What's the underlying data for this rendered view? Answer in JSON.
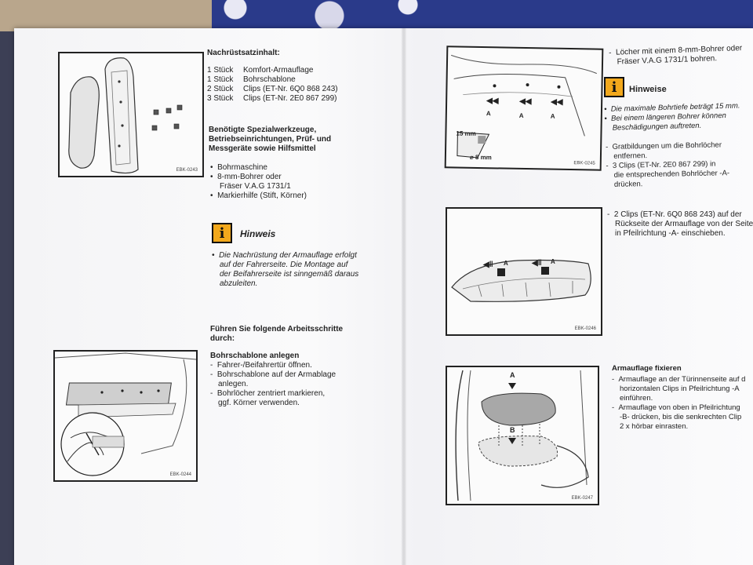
{
  "left": {
    "fig1_id": "EBK-0243",
    "kit_heading": "Nachrüstsatzinhalt:",
    "kit_items": [
      {
        "qty": "1 Stück",
        "name": "Komfort-Armauflage"
      },
      {
        "qty": "1 Stück",
        "name": "Bohrschablone"
      },
      {
        "qty": "2 Stück",
        "name": "Clips (ET-Nr. 6Q0 868 243)"
      },
      {
        "qty": "3 Stück",
        "name": "Clips (ET-Nr. 2E0 867 299)"
      }
    ],
    "tools_heading": [
      "Benötigte Spezialwerkzeuge,",
      "Betriebseinrichtungen, Prüf- und",
      "Messgeräte sowie Hilfsmittel"
    ],
    "tools": [
      "Bohrmaschine",
      "8-mm-Bohrer oder",
      "Fräser V.A.G 1731/1",
      "Markierhilfe (Stift, Körner)"
    ],
    "hinweis_title": "Hinweis",
    "hinweis_lines": [
      "Die Nachrüstung der Armauflage erfolgt",
      "auf der Fahrerseite. Die Montage auf",
      "der Beifahrerseite ist sinngemäß daraus",
      "abzuleiten."
    ],
    "steps_heading": [
      "Führen Sie folgende Arbeitsschritte",
      "durch:"
    ],
    "step1_title": "Bohrschablone anlegen",
    "step1_lines": [
      "Fahrer-/Beifahrertür öffnen.",
      "Bohrschablone auf der Armablage",
      "anlegen.",
      "Bohrlöcher zentriert markieren,",
      "ggf. Körner verwenden."
    ],
    "fig2_id": "EBK-0244"
  },
  "right": {
    "drill_lines": [
      "Löcher mit einem 8-mm-Bohrer oder",
      "Fräser V.A.G 1731/1 bohren."
    ],
    "hinweise_title": "Hinweise",
    "hinweise_lines": [
      "Die maximale Bohrtiefe beträgt 15 mm.",
      "Bei einem längeren Bohrer können",
      "Beschädigungen auftreten."
    ],
    "deburr_lines": [
      "Gratbildungen um die Bohrlöcher",
      "entfernen.",
      "3 Clips (ET-Nr. 2E0 867 299) in",
      "die entsprechenden Bohrlöcher -A-",
      "drücken."
    ],
    "fig3_id": "EBK-0245",
    "fig3_depth": "15 mm",
    "fig3_dia": "⌀ 8 mm",
    "clips_lines": [
      "2 Clips (ET-Nr. 6Q0 868 243) auf der",
      "Rückseite der Armauflage von der Seite",
      "in Pfeilrichtung -A- einschieben."
    ],
    "fig4_id": "EBK-0246",
    "fix_title": "Armauflage fixieren",
    "fix_lines": [
      "Armauflage an der Türinnenseite auf d",
      "horizontalen Clips in Pfeilrichtung -A",
      "einführen.",
      "Armauflage von oben in Pfeilrichtung",
      "-B- drücken, bis die senkrechten Clip",
      "2 x hörbar einrasten."
    ],
    "fig5_id": "EBK-0247",
    "label_a": "A",
    "label_b": "B"
  }
}
